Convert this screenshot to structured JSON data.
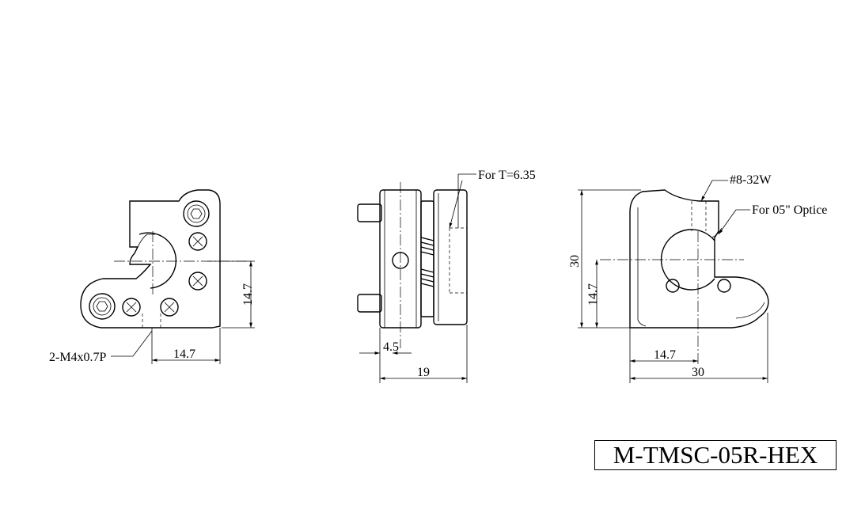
{
  "front_view": {
    "thread_callout": "2-M4x0.7P",
    "dim_height": "14.7",
    "dim_width": "14.7"
  },
  "side_view": {
    "thickness_callout": "For T=6.35",
    "dim_offset": "4.5",
    "dim_depth": "19"
  },
  "rear_view": {
    "screw_callout": "#8-32W",
    "optic_callout": "For 05\" Optice",
    "dim_total_height": "30",
    "dim_center_height": "14.7",
    "dim_center_width": "14.7",
    "dim_total_width": "30"
  },
  "title_block": {
    "part_number": "M-TMSC-05R-HEX"
  }
}
